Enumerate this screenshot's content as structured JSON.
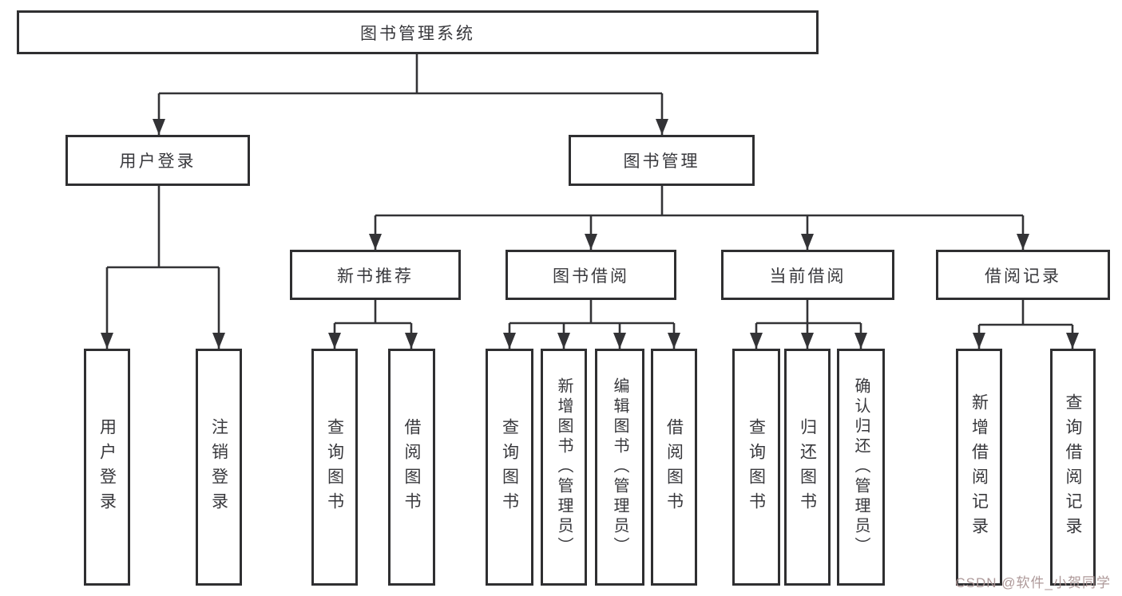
{
  "diagram": {
    "title": "图书管理系统",
    "user_login": {
      "label": "用户登录",
      "children": [
        "用户登录",
        "注销登录"
      ]
    },
    "book_mgmt": {
      "label": "图书管理",
      "sections": {
        "new_books": {
          "label": "新书推荐",
          "children": [
            "查询图书",
            "借阅图书"
          ]
        },
        "book_borrow": {
          "label": "图书借阅",
          "children": [
            "查询图书",
            "新增图书（管理员）",
            "编辑图书（管理员）",
            "借阅图书"
          ]
        },
        "current_borrow": {
          "label": "当前借阅",
          "children": [
            "查询图书",
            "归还图书",
            "确认归还（管理员）"
          ]
        },
        "borrow_records": {
          "label": "借阅记录",
          "children": [
            "新增借阅记录",
            "查询借阅记录"
          ]
        }
      }
    }
  },
  "watermark": {
    "text": "CSDN @软件_小贺同学"
  },
  "colors": {
    "line": "#333336",
    "box_border": "#2f2f31",
    "text": "#38383c",
    "background": "#ffffff",
    "watermark": "#aa9494"
  }
}
